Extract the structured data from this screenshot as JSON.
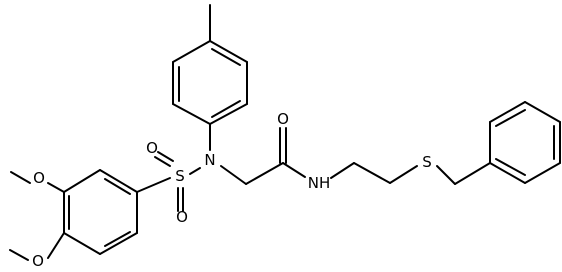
{
  "molecule": {
    "atoms": {
      "methoxy_top_o": "O",
      "methoxy_bottom_o": "O",
      "sulfur_sulfonyl": "S",
      "sulfonyl_o_top": "O",
      "sulfonyl_o_bottom": "O",
      "amine_n": "N",
      "carbonyl_o": "O",
      "amide_nh": "NH",
      "thioether_s": "S"
    }
  }
}
